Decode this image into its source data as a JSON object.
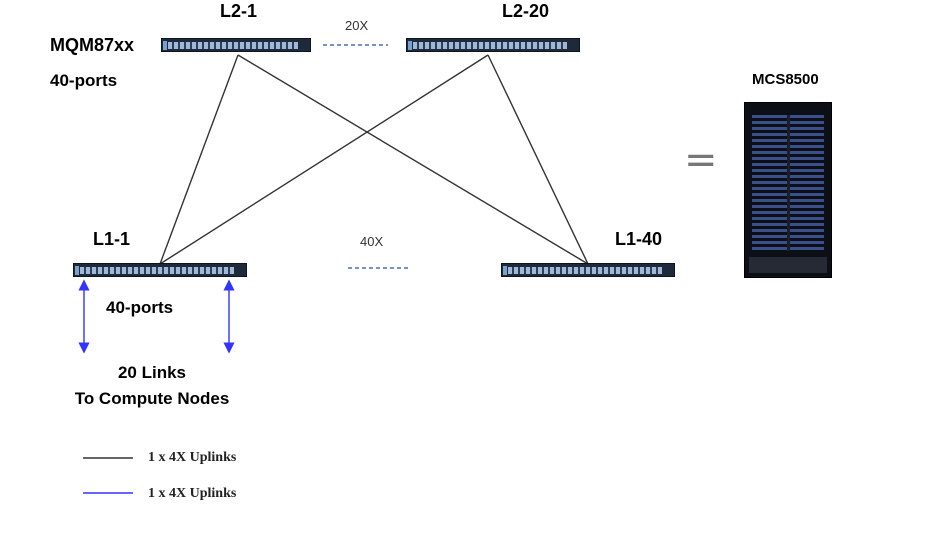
{
  "spine": {
    "left_label": "L2-1",
    "right_label": "L2-20",
    "multiplier": "20X",
    "model": "MQM87xx",
    "ports": "40-ports"
  },
  "leaf": {
    "left_label": "L1-1",
    "right_label": "L1-40",
    "multiplier": "40X",
    "ports": "40-ports",
    "links_line1": "20 Links",
    "links_line2": "To Compute Nodes"
  },
  "equals_symbol": "=",
  "system": {
    "label": "MCS8500"
  },
  "legend": [
    {
      "text": "1 x 4X Uplinks",
      "color": "#333333"
    },
    {
      "text": "1 x 4X Uplinks",
      "color": "#3333ff"
    }
  ],
  "colors": {
    "uplink_line": "#333333",
    "compute_link": "#3333ff",
    "dashed": "#4a6fb5"
  }
}
